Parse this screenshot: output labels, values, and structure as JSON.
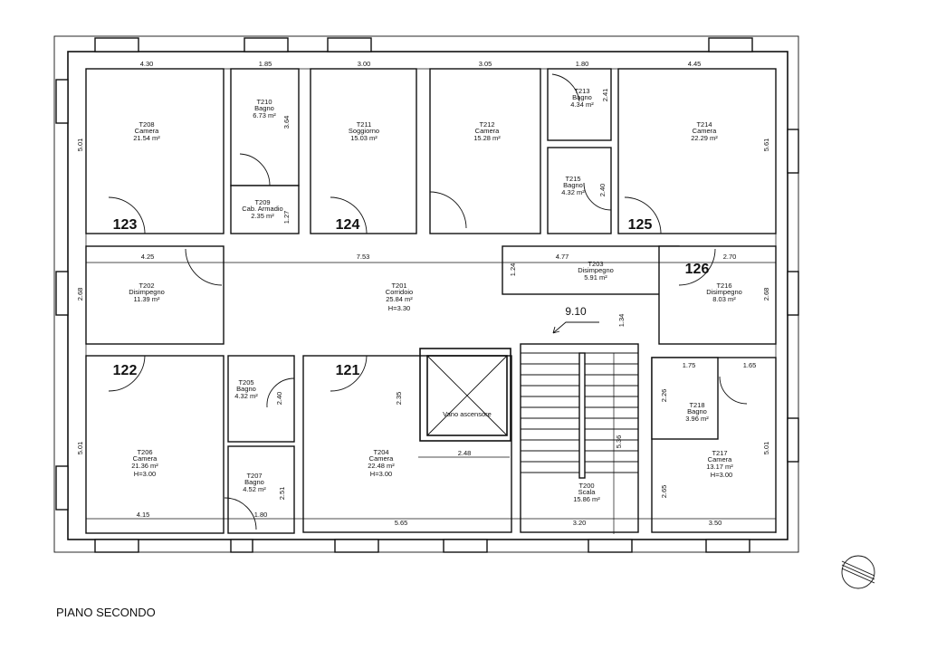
{
  "plan_title": "PIANO SECONDO",
  "rooms": {
    "T208": {
      "id": "T208",
      "type": "Camera",
      "area": "21.54 m²"
    },
    "T210": {
      "id": "T210",
      "type": "Bagno",
      "area": "6.73 m²"
    },
    "T209": {
      "id": "T209",
      "type": "Cab. Armadio",
      "area": "2.35 m²"
    },
    "T211": {
      "id": "T211",
      "type": "Soggiorno",
      "area": "15.03 m²"
    },
    "T212": {
      "id": "T212",
      "type": "Camera",
      "area": "15.28 m²"
    },
    "T213": {
      "id": "T213",
      "type": "Bagno",
      "area": "4.34 m²"
    },
    "T215": {
      "id": "T215",
      "type": "Bagno",
      "area": "4.32 m²"
    },
    "T214": {
      "id": "T214",
      "type": "Camera",
      "area": "22.29 m²"
    },
    "T202": {
      "id": "T202",
      "type": "Disimpegno",
      "area": "11.39 m²"
    },
    "T201": {
      "id": "T201",
      "type": "Corridoio",
      "area": "25.84 m²",
      "height": "H=3.30"
    },
    "T203": {
      "id": "T203",
      "type": "Disimpegno",
      "area": "5.91 m²"
    },
    "T216": {
      "id": "T216",
      "type": "Disimpegno",
      "area": "8.03 m²"
    },
    "T205": {
      "id": "T205",
      "type": "Bagno",
      "area": "4.32 m²"
    },
    "T206": {
      "id": "T206",
      "type": "Camera",
      "area": "21.36 m²",
      "height": "H=3.00"
    },
    "T207": {
      "id": "T207",
      "type": "Bagno",
      "area": "4.52 m²"
    },
    "T204": {
      "id": "T204",
      "type": "Camera",
      "area": "22.48 m²",
      "height": "H=3.00"
    },
    "T200": {
      "id": "T200",
      "type": "Scala",
      "area": "15.86 m²"
    },
    "T218": {
      "id": "T218",
      "type": "Bagno",
      "area": "3.96 m²"
    },
    "T217": {
      "id": "T217",
      "type": "Camera",
      "area": "13.17 m²",
      "height": "H=3.00"
    }
  },
  "elevator_label": "Vano ascensore",
  "door_numbers": [
    "123",
    "124",
    "125",
    "126",
    "122",
    "121"
  ],
  "stair_level": "9.10",
  "dimensions": [
    "4.30",
    "1.85",
    "3.00",
    "3.05",
    "1.80",
    "4.45",
    "5.01",
    "3.64",
    "1.27",
    "2.41",
    "2.40",
    "5.61",
    "4.25",
    "7.53",
    "4.77",
    "2.70",
    "1.24",
    "2.68",
    "2.68",
    "1.34",
    "1.75",
    "1.65",
    "2.26",
    "2.40",
    "2.35",
    "2.48",
    "5.36",
    "5.01",
    "5.01",
    "2.51",
    "2.65",
    "4.15",
    "1.80",
    "5.65",
    "3.20",
    "3.50"
  ],
  "icons": {
    "north_arrow": "north-arrow-icon"
  }
}
